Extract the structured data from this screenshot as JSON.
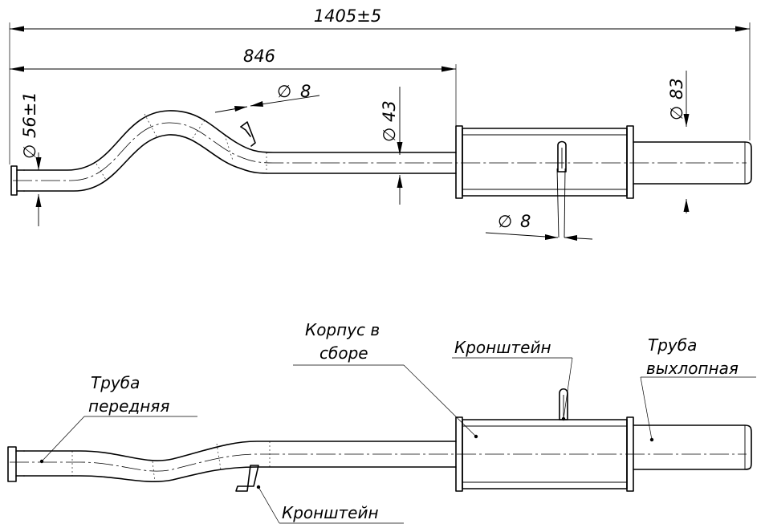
{
  "dimensions": {
    "overall_length": "1405±5",
    "front_pipe_length": "846",
    "inlet_diameter": "56±1",
    "bracket_rod_diameter_front": "8",
    "pipe_diameter": "43",
    "muffler_body_diameter": "83",
    "bracket_rod_diameter_muffler": "8",
    "diameter_symbol": "∅"
  },
  "labels": {
    "front_pipe_line1": "Труба",
    "front_pipe_line2": "передняя",
    "body_line1": "Корпус в",
    "body_line2": "сборе",
    "bracket_top": "Кронштейн",
    "exhaust_pipe_line1": "Труба",
    "exhaust_pipe_line2": "выхлопная",
    "bracket_bottom": "Кронштейн"
  }
}
